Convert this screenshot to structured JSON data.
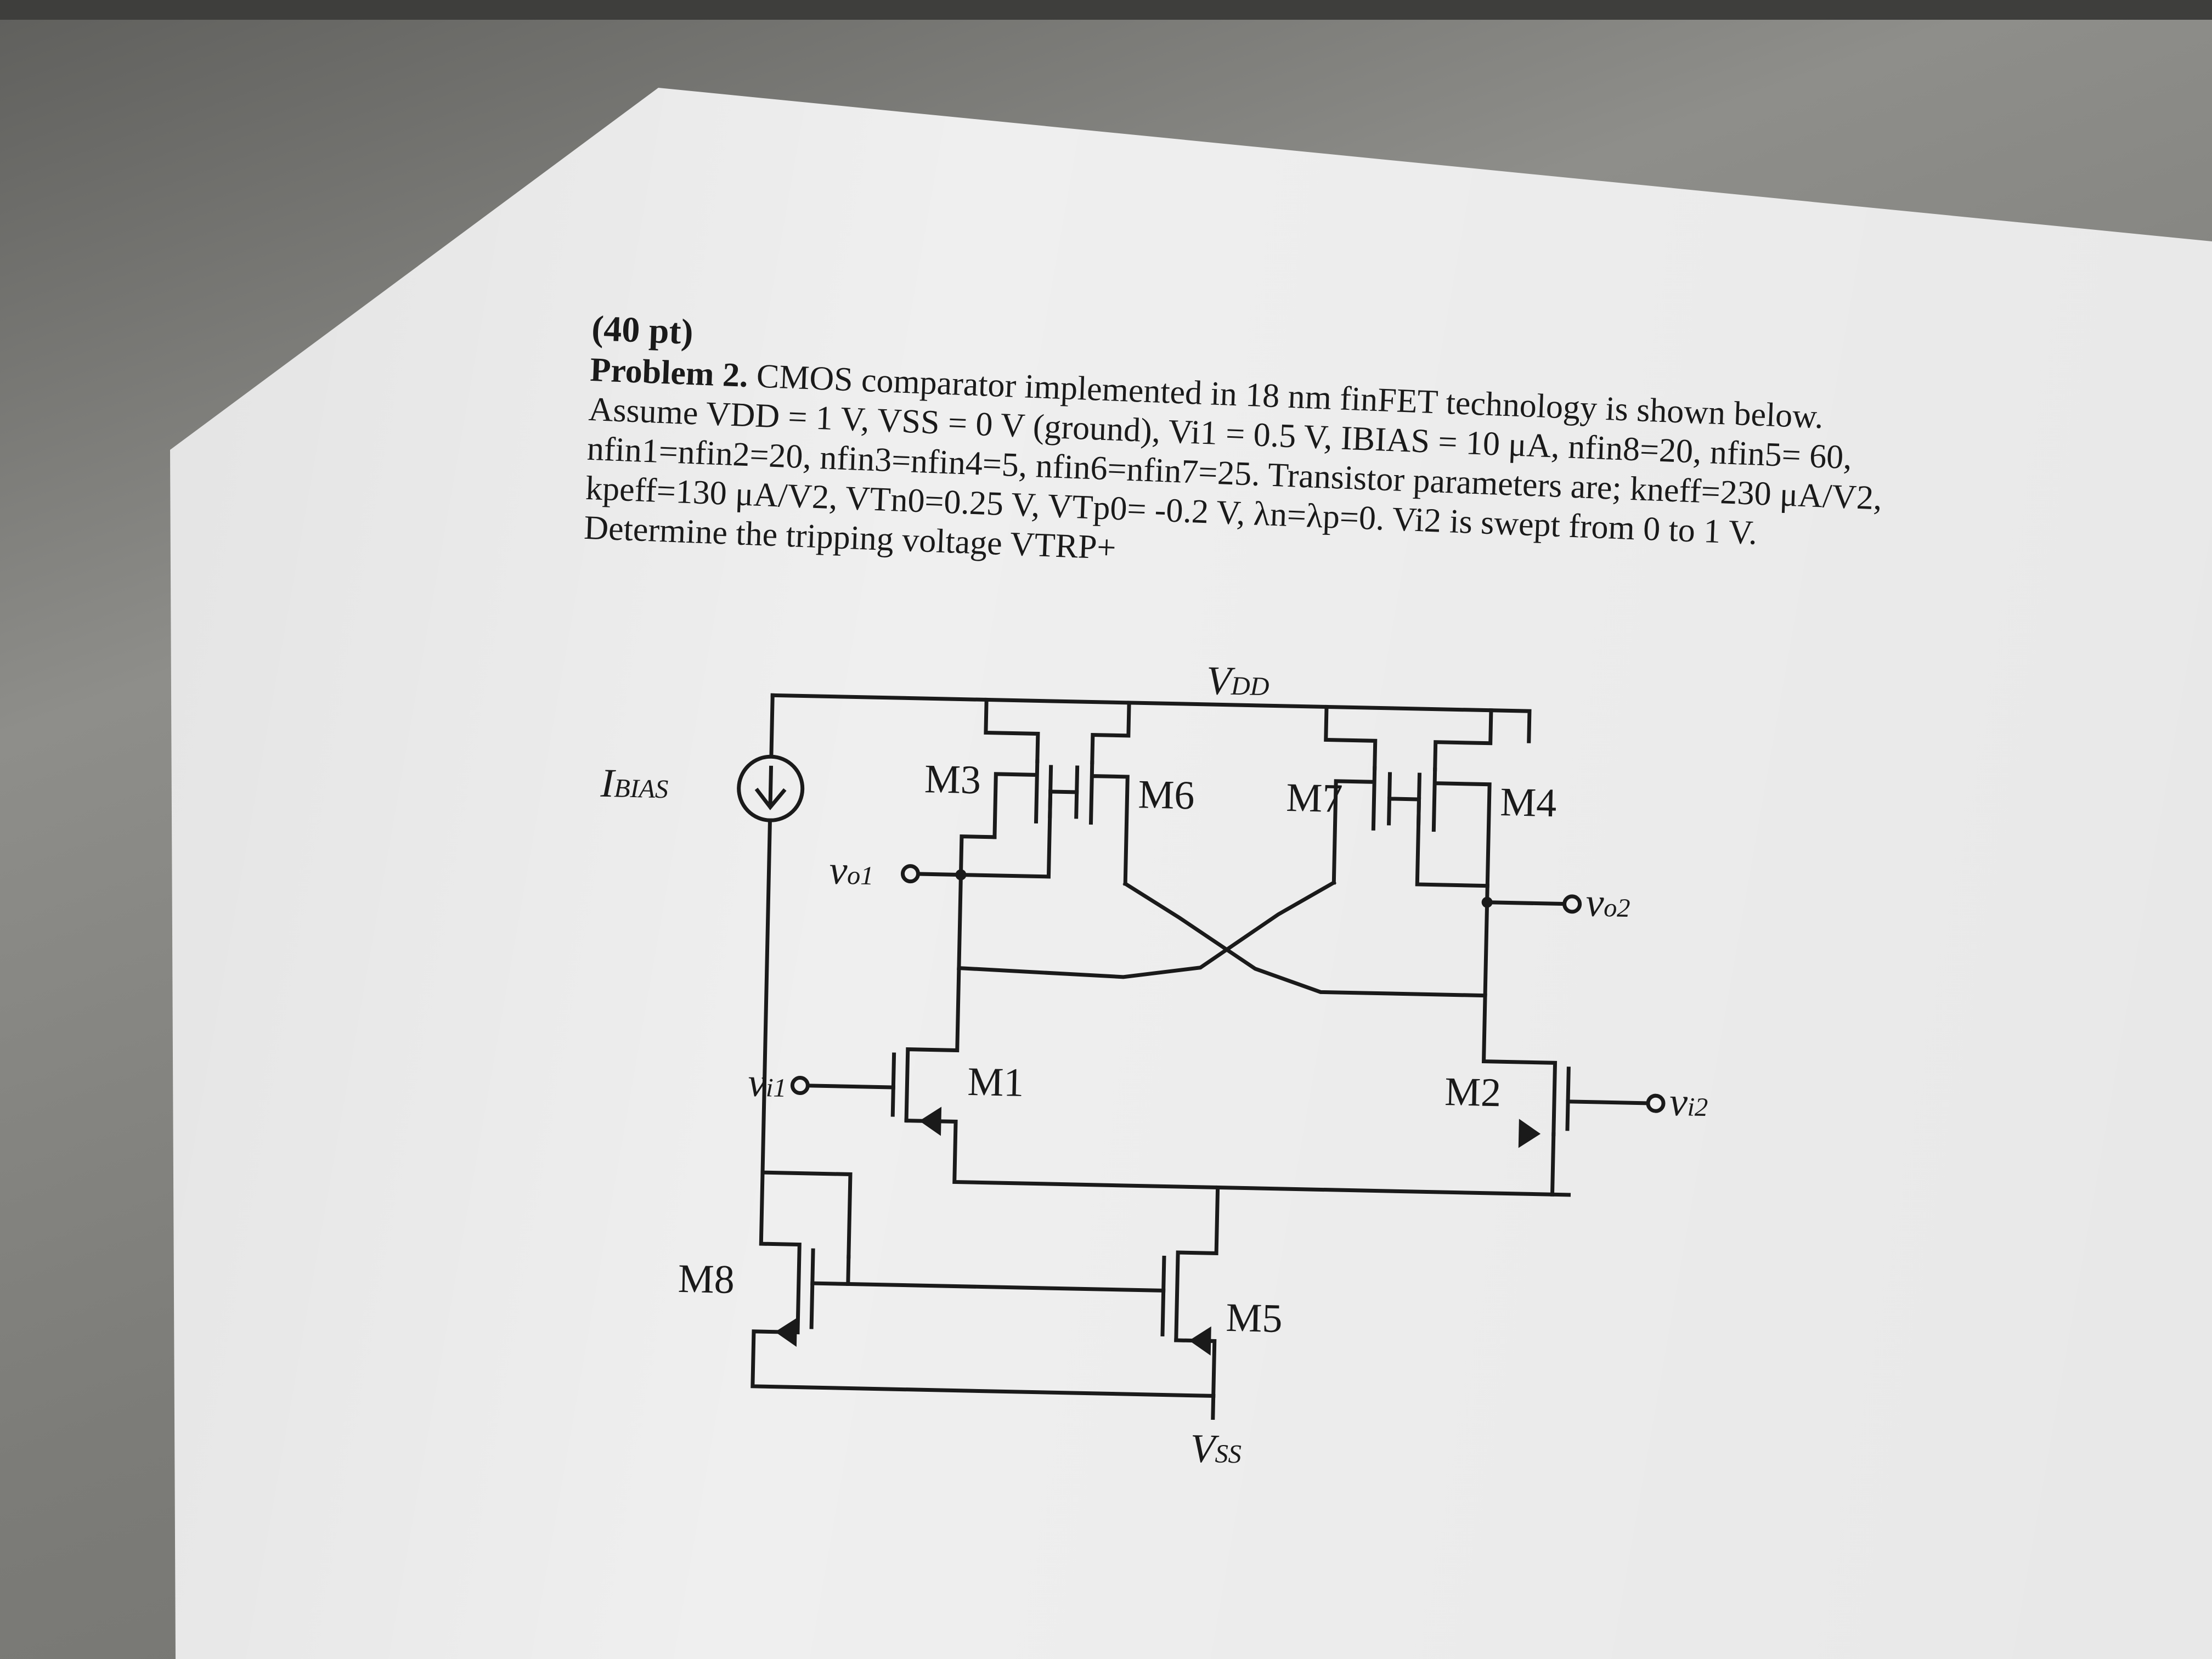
{
  "problem": {
    "points": "(40 pt)",
    "label": "Problem 2.",
    "lines": [
      " CMOS comparator implemented in 18 nm finFET technology is shown below.",
      "Assume VDD = 1 V, VSS = 0 V (ground), Vi1 = 0.5 V, IBIAS = 10 μA, nfin8=20, nfin5= 60,",
      "nfin1=nfin2=20, nfin3=nfin4=5, nfin6=nfin7=25. Transistor parameters are; kneff=230 μA/V2,",
      "kpeff=130 μA/V2, VTn0=0.25 V, VTp0= -0.2 V, λn=λp=0. Vi2 is swept from 0 to 1 V.",
      "Determine the tripping voltage VTRP+"
    ]
  },
  "circuit": {
    "vdd": {
      "main": "V",
      "sub": "DD"
    },
    "vss": {
      "main": "V",
      "sub": "SS"
    },
    "ibias": {
      "main": "I",
      "sub": "BIAS"
    },
    "vo1": {
      "main": "v",
      "sub": "o1"
    },
    "vo2": {
      "main": "v",
      "sub": "o2"
    },
    "vi1": {
      "main": "v",
      "sub": "i1"
    },
    "vi2": {
      "main": "v",
      "sub": "i2"
    },
    "m1": "M1",
    "m2": "M2",
    "m3": "M3",
    "m4": "M4",
    "m5": "M5",
    "m6": "M6",
    "m7": "M7",
    "m8": "M8"
  }
}
